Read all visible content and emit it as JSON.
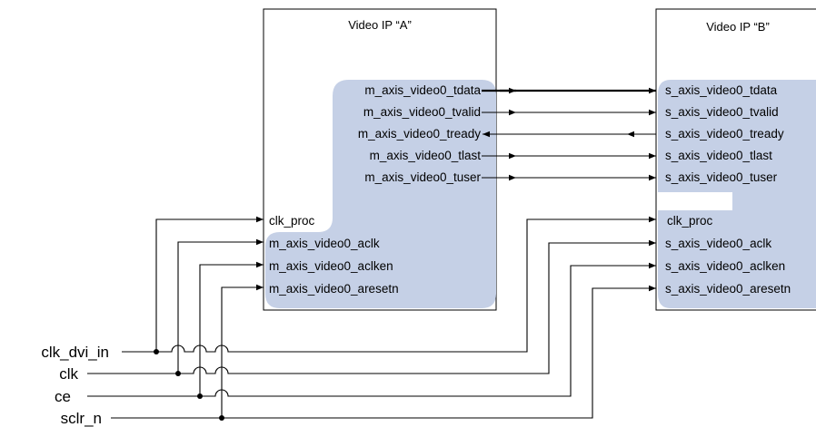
{
  "ip_a": {
    "title": "Video IP “A”",
    "outputs": [
      "m_axis_video0_tdata",
      "m_axis_video0_tvalid",
      "m_axis_video0_tready",
      "m_axis_video0_tlast",
      "m_axis_video0_tuser"
    ],
    "clock_ports": [
      "clk_proc",
      "m_axis_video0_aclk",
      "m_axis_video0_aclken",
      "m_axis_video0_aresetn"
    ]
  },
  "ip_b": {
    "title": "Video IP “B”",
    "inputs": [
      "s_axis_video0_tdata",
      "s_axis_video0_tvalid",
      "s_axis_video0_tready",
      "s_axis_video0_tlast",
      "s_axis_video0_tuser"
    ],
    "clock_ports": [
      "clk_proc",
      "s_axis_video0_aclk",
      "s_axis_video0_aclken",
      "s_axis_video0_aresetn"
    ]
  },
  "signals": [
    "clk_dvi_in",
    "clk",
    "ce",
    "sclr_n"
  ],
  "colors": {
    "port_region_fill": "#c5d0e6",
    "wire": "#000000",
    "block_border": "#000000"
  }
}
